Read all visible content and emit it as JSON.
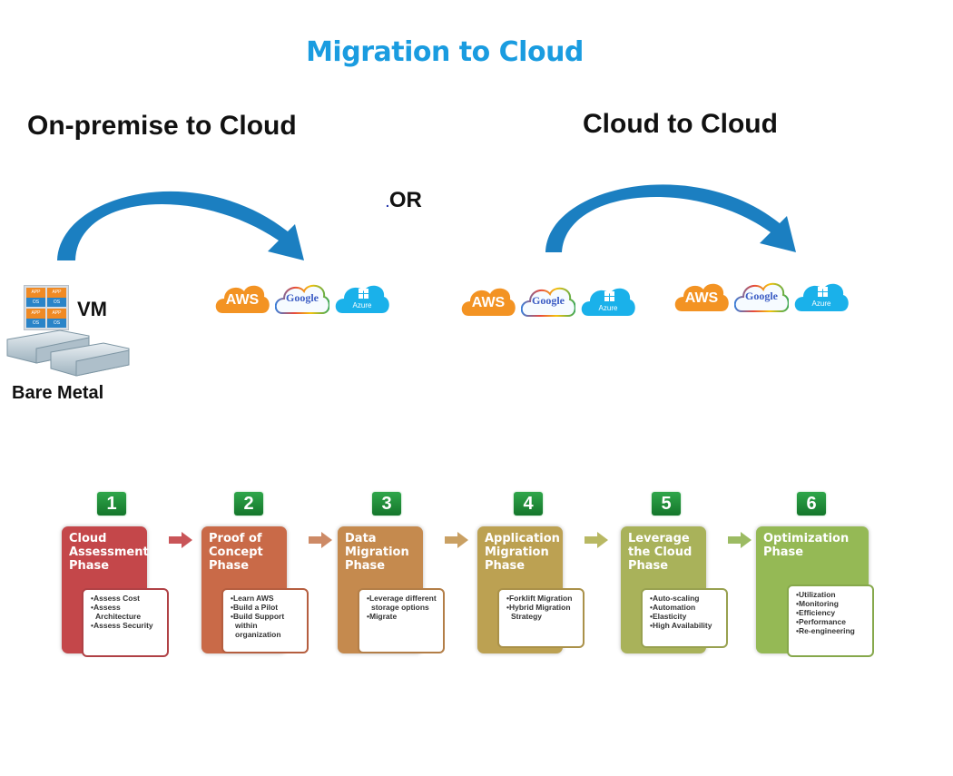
{
  "title": "Migration to Cloud",
  "sections": {
    "left_title": "On-premise to Cloud",
    "right_title": "Cloud to Cloud",
    "separator": "OR"
  },
  "on_premise": {
    "vm_label": "VM",
    "bare_metal_label": "Bare Metal",
    "vm_cells": [
      {
        "app": "APP",
        "os": "OS"
      },
      {
        "app": "APP",
        "os": "OS"
      },
      {
        "app": "APP",
        "os": "OS"
      },
      {
        "app": "APP",
        "os": "OS"
      }
    ]
  },
  "providers": {
    "aws": "AWS",
    "google": "Google",
    "azure": "Azure"
  },
  "colors": {
    "title_blue": "#1a9ce0",
    "arrow_blue": "#1b7fc1",
    "aws_orange": "#f39323",
    "azure_blue": "#1ab1ea",
    "step_green": "#1f8c38"
  },
  "phases": [
    {
      "num": "1",
      "title": "Cloud Assessment Phase",
      "color": "#c4474a",
      "border": "#b04145",
      "arrow": "#c95558",
      "items": [
        "Assess Cost",
        "Assess Architecture",
        "Assess Security"
      ]
    },
    {
      "num": "2",
      "title": "Proof of Concept Phase",
      "color": "#c96a48",
      "border": "#b55e3f",
      "arrow": "#cd8a66",
      "items": [
        "Learn AWS",
        "Build a Pilot",
        "Build Support within organization"
      ]
    },
    {
      "num": "3",
      "title": "Data Migration Phase",
      "color": "#c58a4e",
      "border": "#b37e47",
      "arrow": "#c9a063",
      "items": [
        "Leverage different storage options",
        "Migrate"
      ]
    },
    {
      "num": "4",
      "title": "Application Migration Phase",
      "color": "#bca152",
      "border": "#aa9149",
      "arrow": "#b8b863",
      "items": [
        "Forklift Migration",
        "Hybrid Migration Strategy"
      ]
    },
    {
      "num": "5",
      "title": "Leverage the Cloud Phase",
      "color": "#a9b25a",
      "border": "#98a150",
      "arrow": "#9cbb63",
      "items": [
        "Auto-scaling",
        "Automation",
        "Elasticity",
        "High Availability"
      ]
    },
    {
      "num": "6",
      "title": "Optimization Phase",
      "color": "#95b955",
      "border": "#86a84b",
      "arrow": null,
      "items": [
        "Utilization",
        "Monitoring",
        "Efficiency",
        "Performance",
        "Re-engineering"
      ]
    }
  ]
}
